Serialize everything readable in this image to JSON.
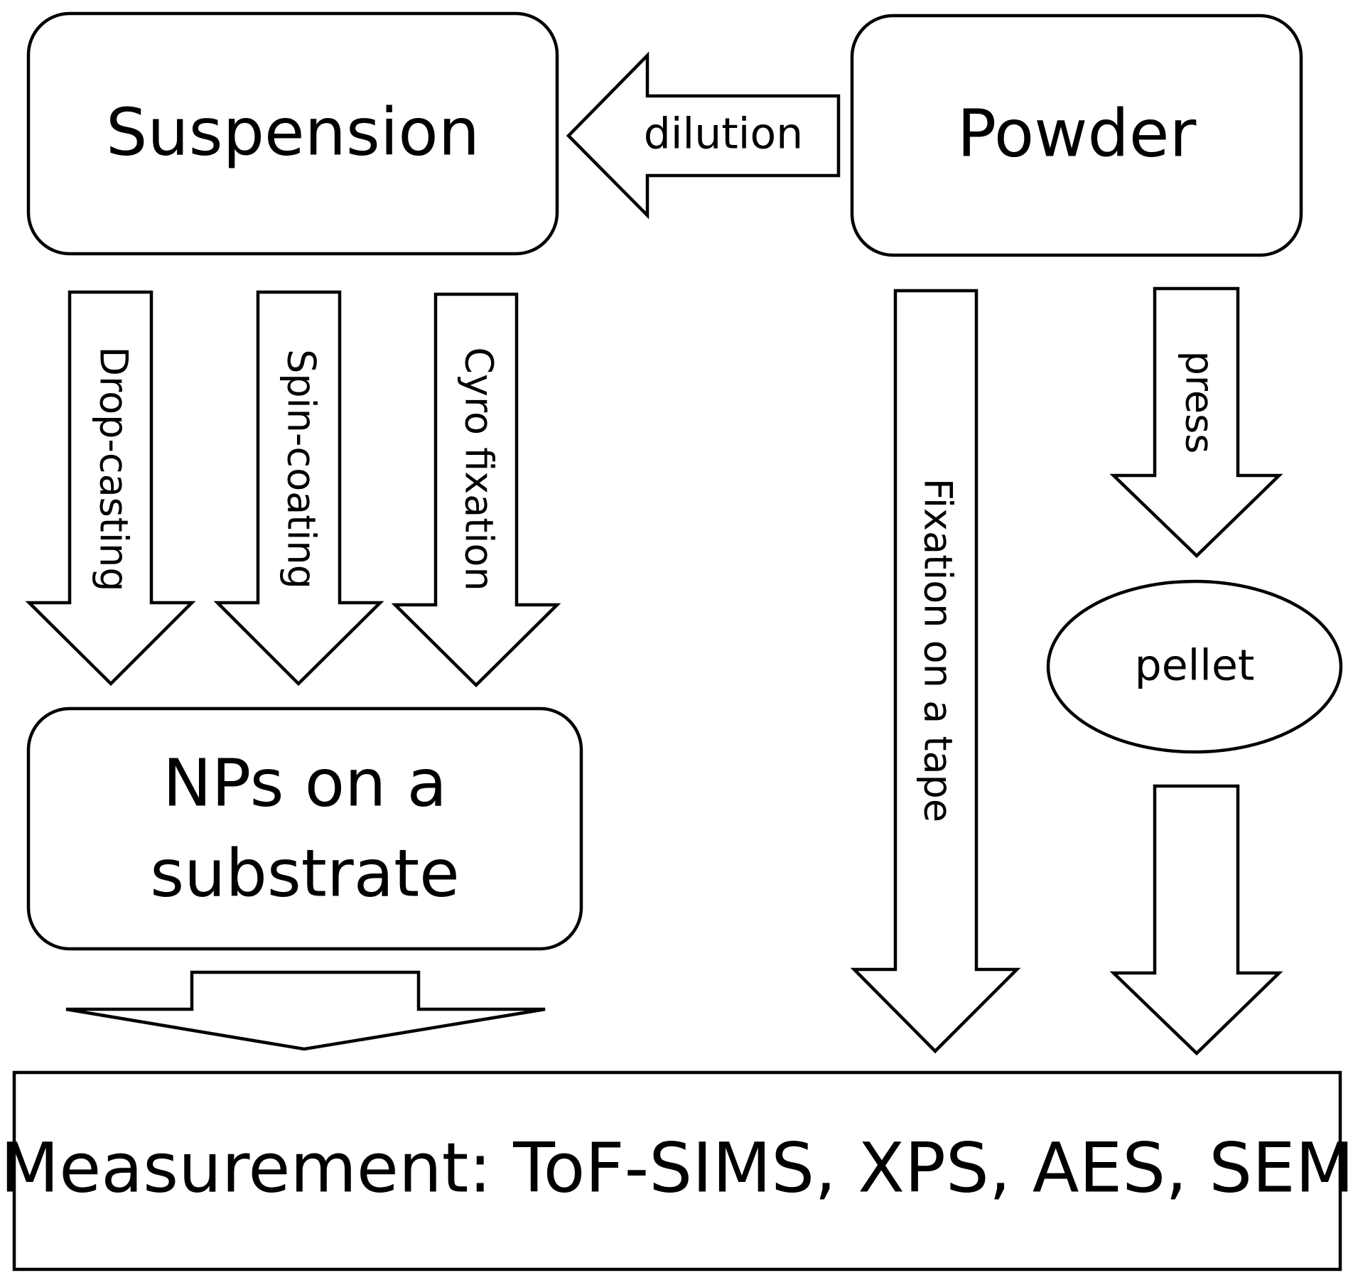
{
  "nodes": {
    "suspension": "Suspension",
    "powder": "Powder",
    "nps_line1": "NPs on a",
    "nps_line2": "substrate",
    "pellet": "pellet",
    "measurement": "Measurement: ToF-SIMS, XPS, AES, SEM"
  },
  "edges": {
    "dilution": "dilution",
    "drop_casting": "Drop-casting",
    "spin_coating": "Spin-coating",
    "cyro_fixation": "Cyro fixation",
    "fixation_tape": "Fixation on a tape",
    "press": "press"
  },
  "colors": {
    "stroke": "#000000",
    "fill": "#ffffff"
  }
}
